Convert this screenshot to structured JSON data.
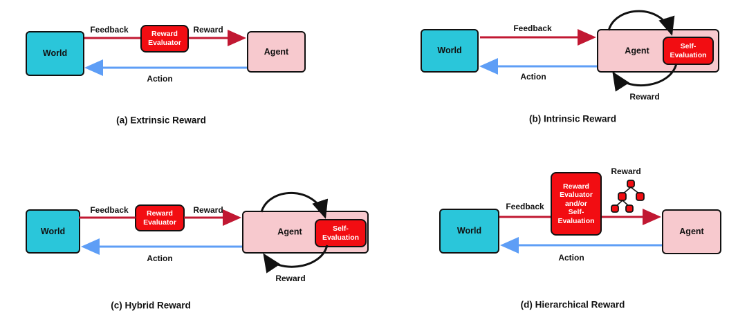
{
  "colors": {
    "world_fill": "#2AC6DA",
    "agent_fill": "#F7C9CE",
    "evaluator_fill": "#F20D12",
    "feedback_arrow": "#C11832",
    "action_arrow": "#5E9EF6",
    "loop_arrow": "#111111"
  },
  "panels": {
    "a": {
      "caption": "(a) Extrinsic Reward",
      "world_label": "World",
      "agent_label": "Agent",
      "evaluator_label": "Reward\nEvaluator",
      "feedback_label": "Feedback",
      "reward_label": "Reward",
      "action_label": "Action"
    },
    "b": {
      "caption": "(b) Intrinsic Reward",
      "world_label": "World",
      "agent_label": "Agent",
      "self_eval_label": "Self-\nEvaluation",
      "feedback_label": "Feedback",
      "action_label": "Action",
      "loop_reward_label": "Reward"
    },
    "c": {
      "caption": "(c) Hybrid Reward",
      "world_label": "World",
      "agent_label": "Agent",
      "evaluator_label": "Reward\nEvaluator",
      "self_eval_label": "Self-\nEvaluation",
      "feedback_label": "Feedback",
      "reward_label": "Reward",
      "action_label": "Action",
      "loop_reward_label": "Reward"
    },
    "d": {
      "caption": "(d) Hierarchical Reward",
      "world_label": "World",
      "agent_label": "Agent",
      "evaluator_label": "Reward\nEvaluator\nand/or\nSelf-\nEvaluation",
      "feedback_label": "Feedback",
      "tree_reward_label": "Reward",
      "action_label": "Action"
    }
  }
}
